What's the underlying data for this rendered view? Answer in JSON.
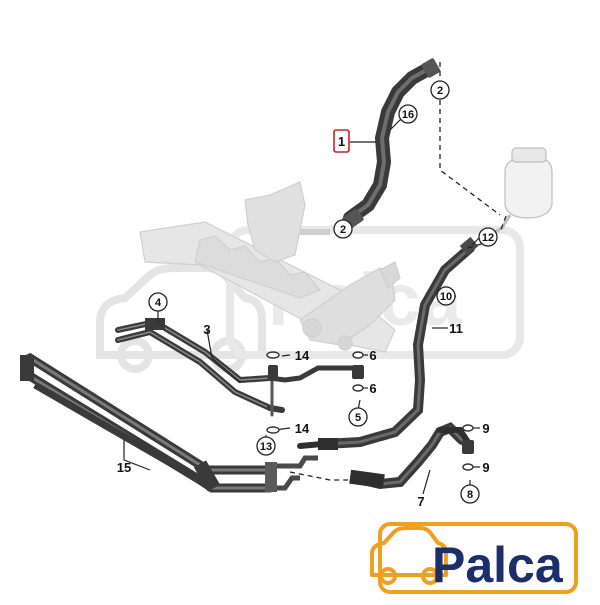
{
  "colors": {
    "hose": "#3a3a3a",
    "hose_highlight": "#6a6a6a",
    "ghost_part": "#e4e4e4",
    "ghost_outline": "#c8c8c8",
    "callout_highlight": "#d0202a",
    "logo_orange": "#f0a020",
    "logo_navy": "#1b2f6b",
    "watermark": "#ececec"
  },
  "callouts": {
    "c1": "1",
    "c2a": "2",
    "c2b": "2",
    "c3": "3",
    "c4": "4",
    "c5": "5",
    "c6a": "6",
    "c6b": "6",
    "c7": "7",
    "c8": "8",
    "c9a": "9",
    "c9b": "9",
    "c10": "10",
    "c11": "11",
    "c12": "12",
    "c13": "13",
    "c14a": "14",
    "c14b": "14",
    "c15": "15",
    "c16": "16"
  },
  "logo": {
    "text": "Palca",
    "icon": "car-icon"
  },
  "watermark": {
    "text": "Palca",
    "icon": "car-icon"
  }
}
